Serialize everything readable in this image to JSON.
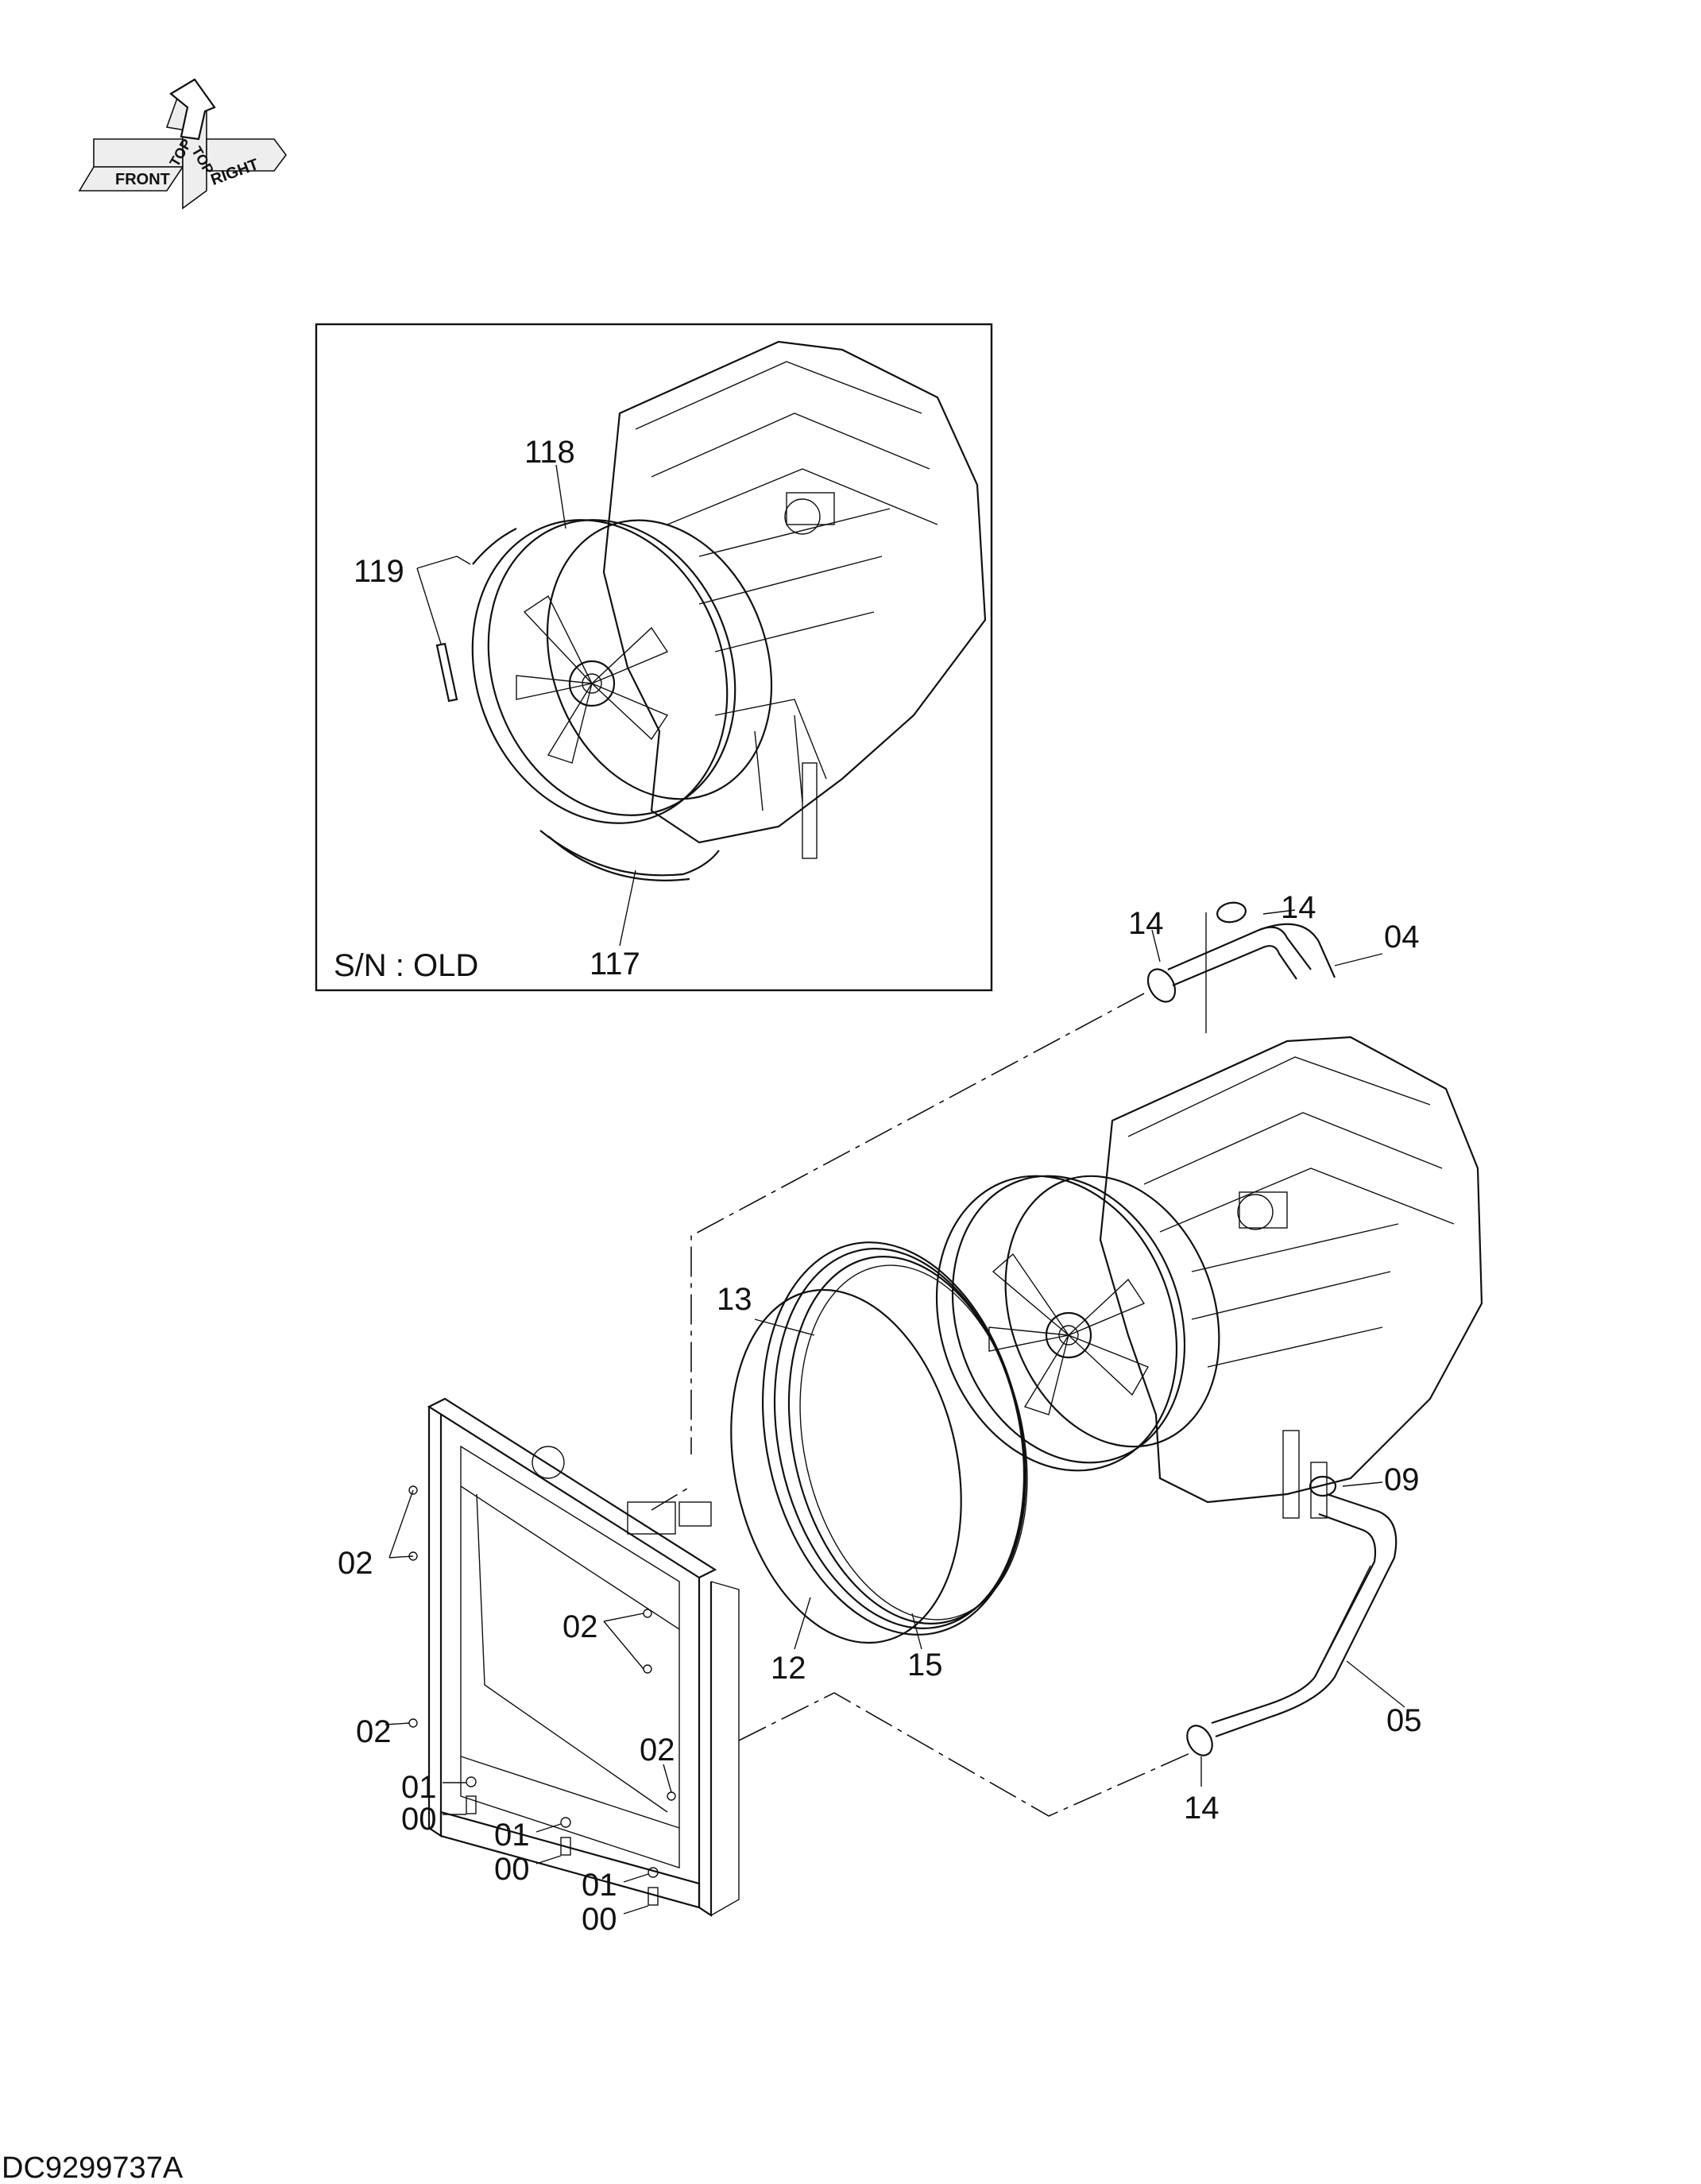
{
  "orientation": {
    "front": "FRONT",
    "top_left": "TOP",
    "top_right": "TOP",
    "right": "RIGHT"
  },
  "inset": {
    "caption": "S/N : OLD",
    "labels": [
      "118",
      "119",
      "117"
    ]
  },
  "main_labels": {
    "p14a": "14",
    "p14b": "14",
    "p04": "04",
    "p13": "13",
    "p09": "09",
    "p02a": "02",
    "p02b": "02",
    "p02c": "02",
    "p02d": "02",
    "p12": "12",
    "p15": "15",
    "p05": "05",
    "p14c": "14",
    "p01a": "01",
    "p00a": "00",
    "p01b": "01",
    "p00b": "00",
    "p01c": "01",
    "p00c": "00"
  },
  "drawing_number": "DC9299737A"
}
